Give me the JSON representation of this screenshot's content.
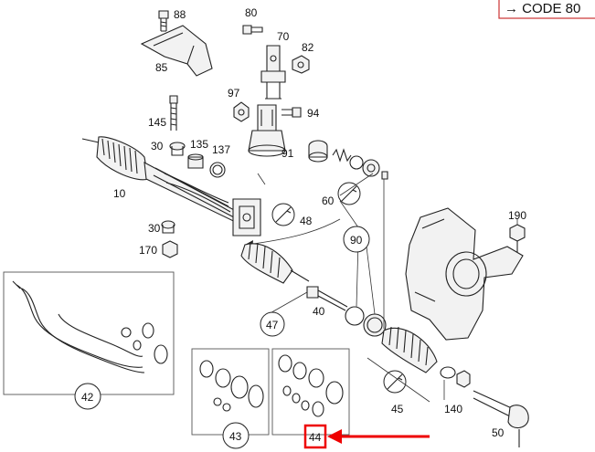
{
  "code_label": "→ CODE 80",
  "highlight_color": "#e00000",
  "parts": [
    {
      "id": "p88",
      "label": "88"
    },
    {
      "id": "p80",
      "label": "80"
    },
    {
      "id": "p70",
      "label": "70"
    },
    {
      "id": "p82",
      "label": "82"
    },
    {
      "id": "p85",
      "label": "85"
    },
    {
      "id": "p145",
      "label": "145"
    },
    {
      "id": "p97",
      "label": "97"
    },
    {
      "id": "p94",
      "label": "94"
    },
    {
      "id": "p30a",
      "label": "30"
    },
    {
      "id": "p135",
      "label": "135"
    },
    {
      "id": "p137",
      "label": "137"
    },
    {
      "id": "p91",
      "label": "91"
    },
    {
      "id": "p10",
      "label": "10"
    },
    {
      "id": "p60",
      "label": "60"
    },
    {
      "id": "p48",
      "label": "48"
    },
    {
      "id": "p30b",
      "label": "30"
    },
    {
      "id": "p170",
      "label": "170"
    },
    {
      "id": "p190",
      "label": "190"
    },
    {
      "id": "p90",
      "label": "90"
    },
    {
      "id": "p47",
      "label": "47"
    },
    {
      "id": "p40",
      "label": "40"
    },
    {
      "id": "p42",
      "label": "42"
    },
    {
      "id": "p45",
      "label": "45"
    },
    {
      "id": "p140",
      "label": "140"
    },
    {
      "id": "p50",
      "label": "50"
    },
    {
      "id": "p43",
      "label": "43"
    },
    {
      "id": "p44",
      "label": "44"
    }
  ]
}
